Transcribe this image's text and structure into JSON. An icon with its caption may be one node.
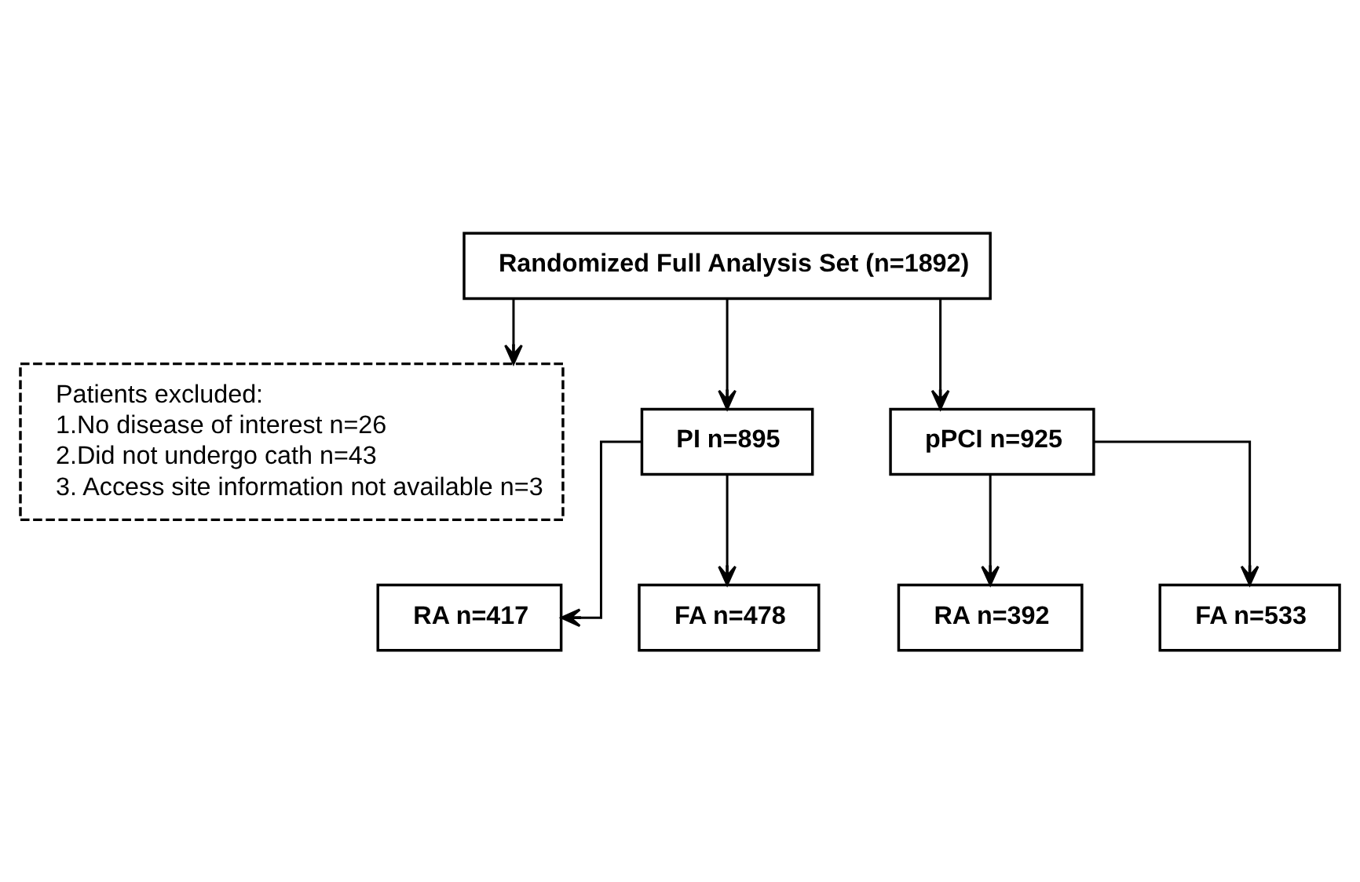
{
  "diagram": {
    "nodes": [
      {
        "text": [
          "Randomized Full Analysis Set (n=1892)"
        ]
      },
      {
        "text": [
          "Patients excluded:",
          "1.No disease of interest n=26",
          "2.Did not undergo cath n=43",
          "3. Access site information not available n=3"
        ]
      },
      {
        "text": [
          "PI n=895"
        ]
      },
      {
        "text": [
          "pPCI n=925"
        ]
      },
      {
        "text": [
          "RA n=417"
        ]
      },
      {
        "text": [
          "FA n=478"
        ]
      },
      {
        "text": [
          "RA n=392"
        ]
      },
      {
        "text": [
          "FA n=533"
        ]
      }
    ],
    "edges": [
      {
        "from": 0,
        "to": 1,
        "arrow": "to"
      },
      {
        "from": 0,
        "to": 2,
        "arrow": "to"
      },
      {
        "from": 0,
        "to": 3,
        "arrow": "to"
      },
      {
        "from": 2,
        "to": 4,
        "arrow": "to"
      },
      {
        "from": 2,
        "to": 5,
        "arrow": "to"
      },
      {
        "from": 3,
        "to": 6,
        "arrow": "to"
      },
      {
        "from": 3,
        "to": 7,
        "arrow": "to"
      }
    ]
  }
}
